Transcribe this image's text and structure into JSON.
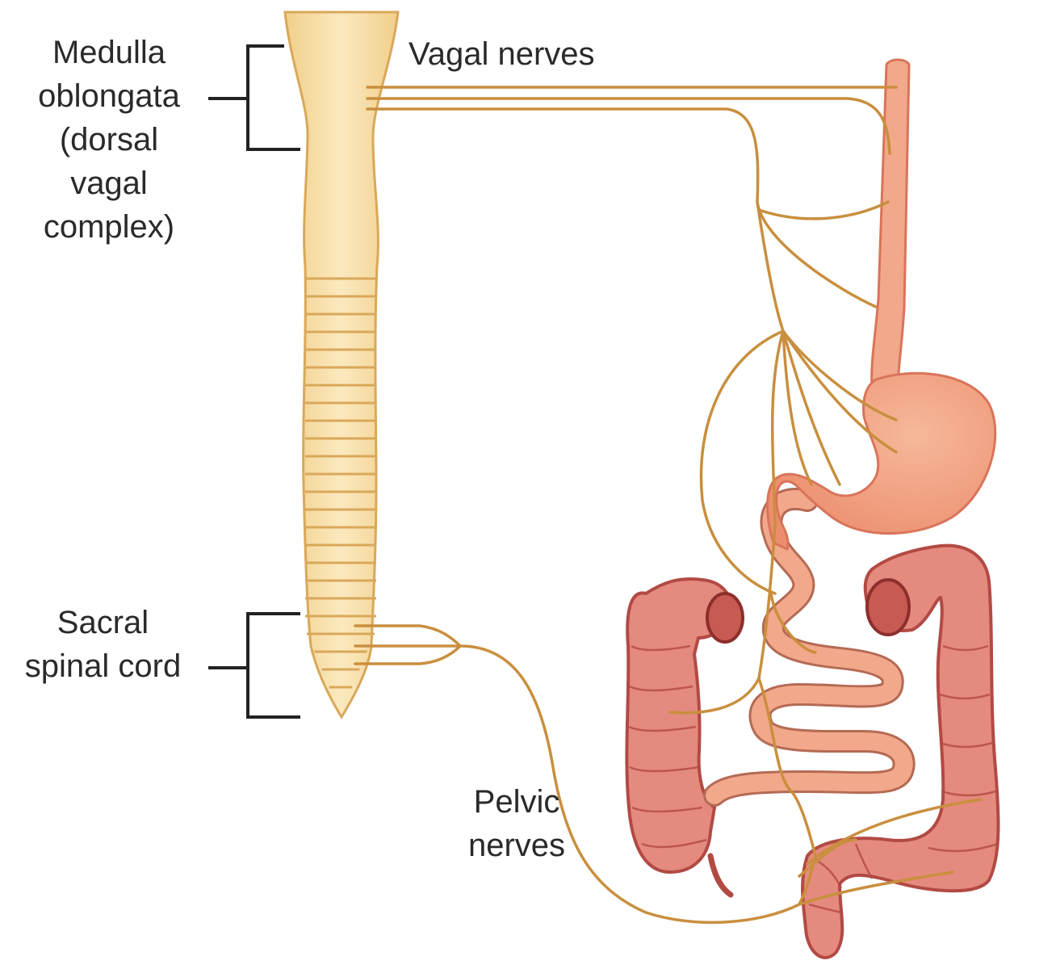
{
  "labels": {
    "medulla": [
      "Medulla",
      "oblongata",
      "(dorsal",
      "vagal",
      "complex)"
    ],
    "vagal": "Vagal nerves",
    "sacral": [
      "Sacral",
      "spinal cord"
    ],
    "pelvic": [
      "Pelvic",
      "nerves"
    ]
  },
  "colors": {
    "cord": "#f6dca0",
    "cord_outline": "#d9a85a",
    "nerve": "#c98f3e",
    "gut": "#f2a88a",
    "gut_outline": "#d9745a",
    "colon": "#e58a7e",
    "colon_outline": "#b24a44",
    "bracket": "#222222"
  }
}
